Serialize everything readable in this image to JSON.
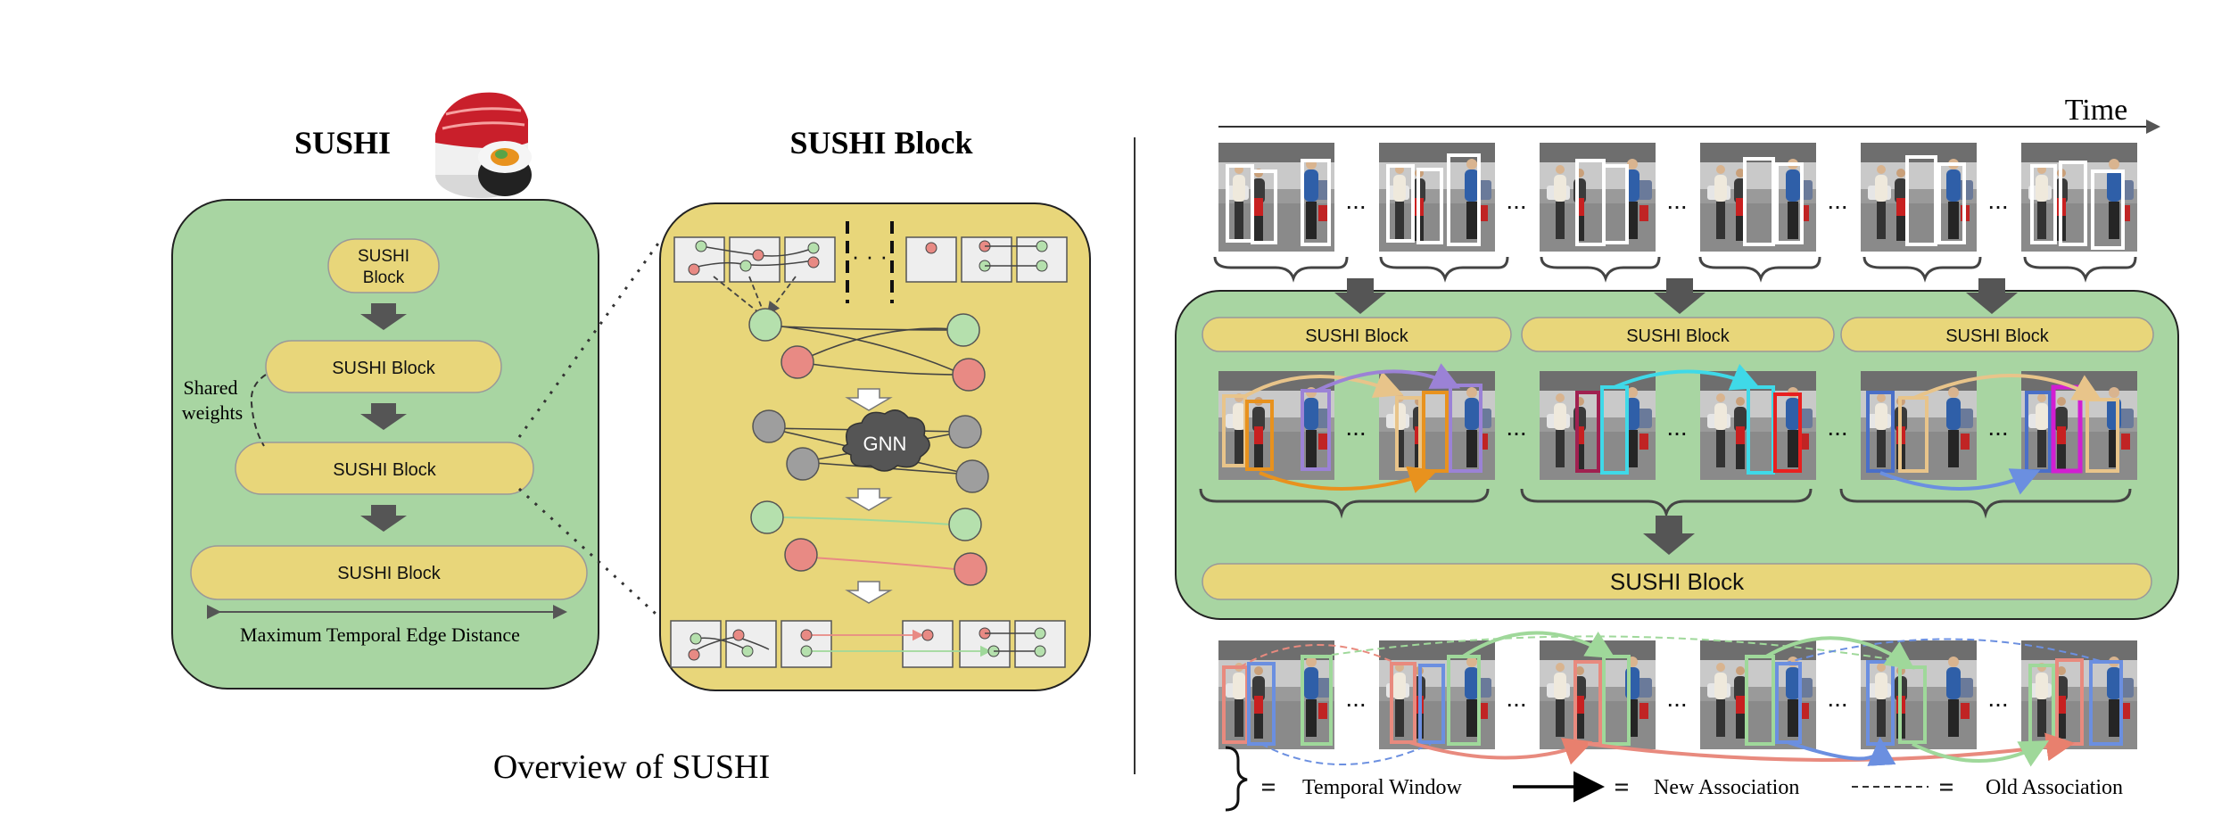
{
  "left_panel": {
    "sushi_title": "SUSHI",
    "block_title": "SUSHI Block",
    "stack_block_small_line1": "SUSHI",
    "stack_block_small_line2": "Block",
    "stack_block_label": "SUSHI Block",
    "shared_weights_line1": "Shared",
    "shared_weights_line2": "weights",
    "max_edge_label": "Maximum Temporal Edge Distance",
    "gnn_label": "GNN",
    "caption": "Overview of SUSHI"
  },
  "right_panel": {
    "time_label": "Time",
    "window_blocks": [
      "SUSHI Block",
      "SUSHI Block",
      "SUSHI Block"
    ],
    "merge_block": "SUSHI Block",
    "ellipsis": "...",
    "legend": {
      "equals": "=",
      "temporal_window": "Temporal Window",
      "new_association": "New Association",
      "old_association": "Old Association"
    }
  },
  "colors": {
    "green_panel": "#a8d5a2",
    "yellow_block": "#e8d67a",
    "node_green": "#b5e0ad",
    "node_red": "#e88a84",
    "node_gray": "#9e9e9e",
    "arrow_gray": "#555555",
    "track_orange": "#e8921e",
    "track_cyan": "#3fd9e8",
    "track_purple": "#9b82d6",
    "track_salmon": "#e88a7e",
    "track_blue": "#6b8fe0",
    "track_green": "#9fd89a",
    "track_magenta": "#d21ed2"
  }
}
